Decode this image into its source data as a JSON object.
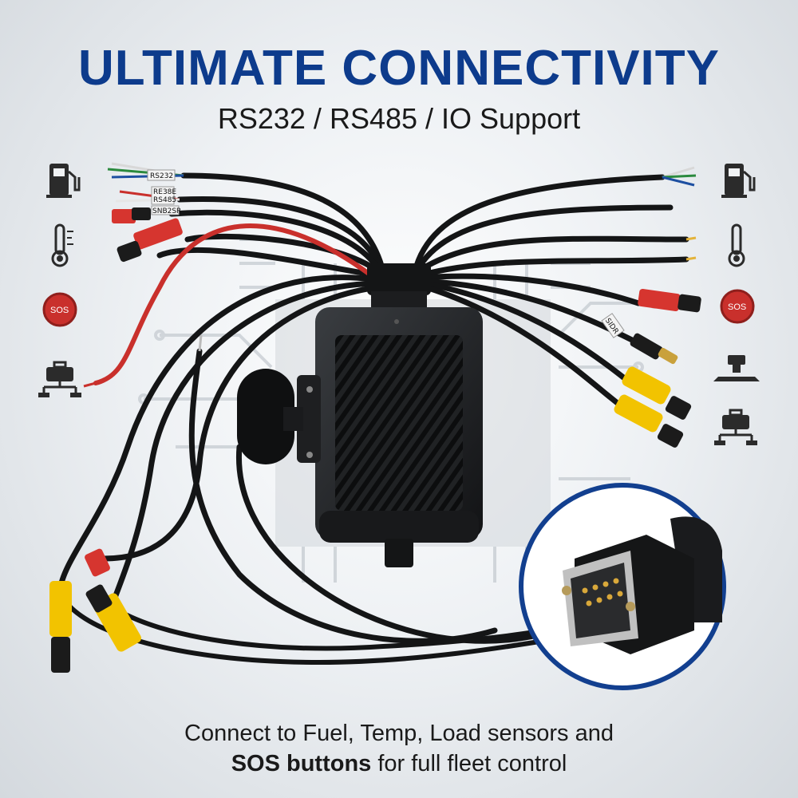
{
  "header": {
    "title": "ULTIMATE CONNECTIVITY",
    "subtitle": "RS232 / RS485 / IO Support"
  },
  "caption": {
    "line1": "Connect to Fuel, Temp, Load sensors and",
    "line2_bold": "SOS buttons",
    "line2_rest": " for full fleet control"
  },
  "cable_labels": {
    "rs232": "RS232",
    "rs485_a": "RE38E",
    "rs485_b": "RS485",
    "rs485_c": "SNB2SR",
    "right_tag": "SIDR"
  },
  "icons": {
    "sos_text": "SOS",
    "left": [
      "fuel-pump-icon",
      "thermometer-icon",
      "sos-button-icon",
      "load-sensor-icon"
    ],
    "right": [
      "fuel-pump-icon",
      "thermometer-icon",
      "sos-button-icon",
      "mount-icon",
      "load-sensor-icon"
    ]
  },
  "colors": {
    "title": "#0d3b8c",
    "sos_red": "#c9302c",
    "connector_yellow": "#f2c300",
    "connector_red": "#d6352f",
    "circle_border": "#123f8f"
  }
}
